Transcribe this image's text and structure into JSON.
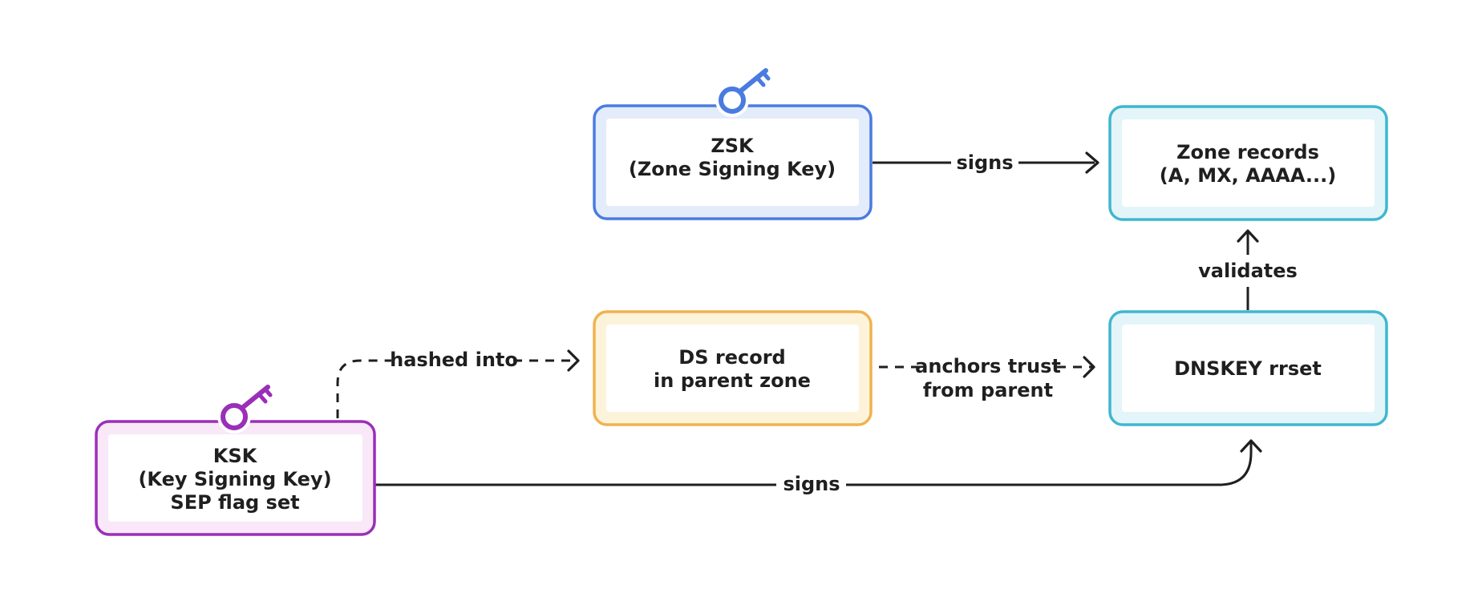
{
  "colors": {
    "zsk": "#4a7be0",
    "ksk": "#9a2fb8",
    "ds": "#f0b24f",
    "dnskey": "#3fb7cf",
    "zone": "#3fb7cf",
    "line": "#1f1f1f"
  },
  "icons": {
    "zsk_key": "key-icon",
    "ksk_key": "key-icon"
  },
  "nodes": {
    "zsk": {
      "lines": [
        "ZSK",
        "(Zone Signing Key)"
      ]
    },
    "zone_records": {
      "lines": [
        "Zone records",
        "(A, MX, AAAA...)"
      ]
    },
    "ds_record": {
      "lines": [
        "DS record",
        "in parent zone"
      ]
    },
    "dnskey": {
      "lines": [
        "DNSKEY rrset"
      ]
    },
    "ksk": {
      "lines": [
        "KSK",
        "(Key Signing Key)",
        "SEP flag set"
      ]
    }
  },
  "edges": {
    "zsk_signs": "signs",
    "validates": "validates",
    "hashed_into": "hashed into",
    "anchors_trust": [
      "anchors trust",
      "from parent"
    ],
    "ksk_signs": "signs"
  }
}
